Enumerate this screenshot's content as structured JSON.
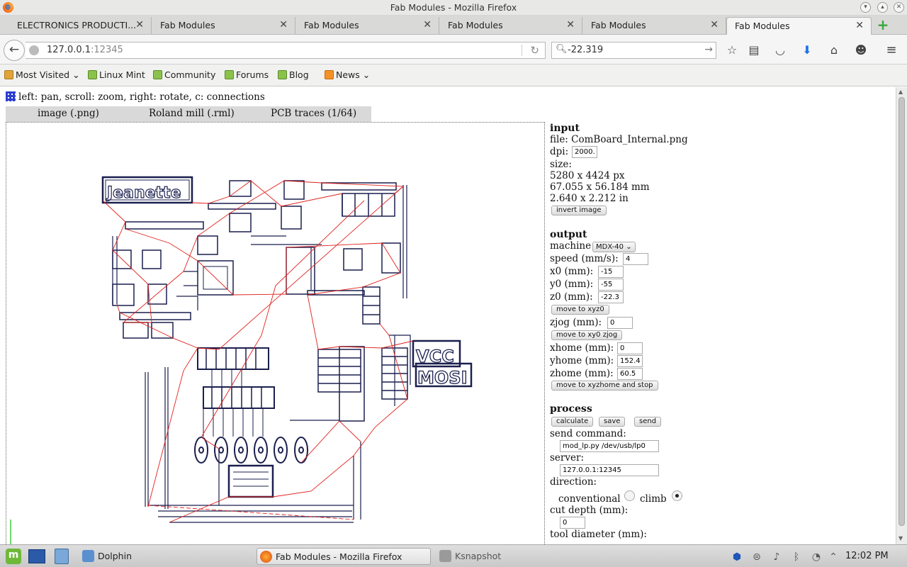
{
  "window": {
    "title": "Fab Modules - Mozilla Firefox"
  },
  "tabs": [
    {
      "label": "ELECTRONICS PRODUCTI..."
    },
    {
      "label": "Fab Modules"
    },
    {
      "label": "Fab Modules"
    },
    {
      "label": "Fab Modules"
    },
    {
      "label": "Fab Modules"
    },
    {
      "label": "Fab Modules"
    }
  ],
  "navbar": {
    "url_host": "127.0.0.1",
    "url_port": ":12345",
    "search_value": "-22.319"
  },
  "bookmarks": [
    {
      "label": "Most Visited",
      "icon": "folder"
    },
    {
      "label": "Linux Mint",
      "icon": "mint"
    },
    {
      "label": "Community",
      "icon": "mint"
    },
    {
      "label": "Forums",
      "icon": "mint"
    },
    {
      "label": "Blog",
      "icon": "mint"
    },
    {
      "label": "News",
      "icon": "rss"
    }
  ],
  "page": {
    "help": "left: pan, scroll: zoom, right: rotate, c: connections",
    "menu": [
      "image (.png)",
      "Roland mill (.rml)",
      "PCB traces (1/64)"
    ],
    "canvas": {
      "label_top": "Jeanette",
      "label_vcc": "VCC",
      "label_mosi": "MOSI"
    }
  },
  "panel": {
    "input": {
      "heading": "input",
      "file_label": "file:",
      "file": "ComBoard_Internal.png",
      "dpi_label": "dpi:",
      "dpi": "2000.0",
      "size_label": "size:",
      "size_px": "5280 x 4424 px",
      "size_mm": "67.055 x 56.184 mm",
      "size_in": "2.640 x 2.212 in",
      "invert_button": "invert image"
    },
    "output": {
      "heading": "output",
      "machine_label": "machine",
      "machine": "MDX-40",
      "speed_label": "speed (mm/s):",
      "speed": "4",
      "x0_label": "x0 (mm):",
      "x0": "-15",
      "y0_label": "y0 (mm):",
      "y0": "-55",
      "z0_label": "z0 (mm):",
      "z0": "-22.3",
      "move_xyz0": "move to xyz0",
      "zjog_label": "zjog (mm):",
      "zjog": "0",
      "move_xy0_zjog": "move to xy0 zjog",
      "xhome_label": "xhome (mm):",
      "xhome": "0",
      "yhome_label": "yhome (mm):",
      "yhome": "152.4",
      "zhome_label": "zhome (mm):",
      "zhome": "60.5",
      "move_home": "move to xyzhome and stop"
    },
    "process": {
      "heading": "process",
      "calculate": "calculate",
      "save": "save",
      "send": "send",
      "send_command_label": "send command:",
      "send_command": "mod_lp.py /dev/usb/lp0",
      "server_label": "server:",
      "server": "127.0.0.1:12345",
      "direction_label": "direction:",
      "conventional": "conventional",
      "climb": "climb",
      "cut_depth_label": "cut depth (mm):",
      "cut_depth": "0",
      "tool_diameter_label": "tool diameter (mm):"
    }
  },
  "taskbar": {
    "apps": [
      {
        "label": "Dolphin"
      },
      {
        "label": "Fab Modules - Mozilla Firefox"
      },
      {
        "label": "Ksnapshot"
      }
    ],
    "clock": "12:02 PM"
  },
  "colors": {
    "trace": "#1a1f4e",
    "connection": "#e0201a",
    "accent": "#2d3fd1"
  }
}
